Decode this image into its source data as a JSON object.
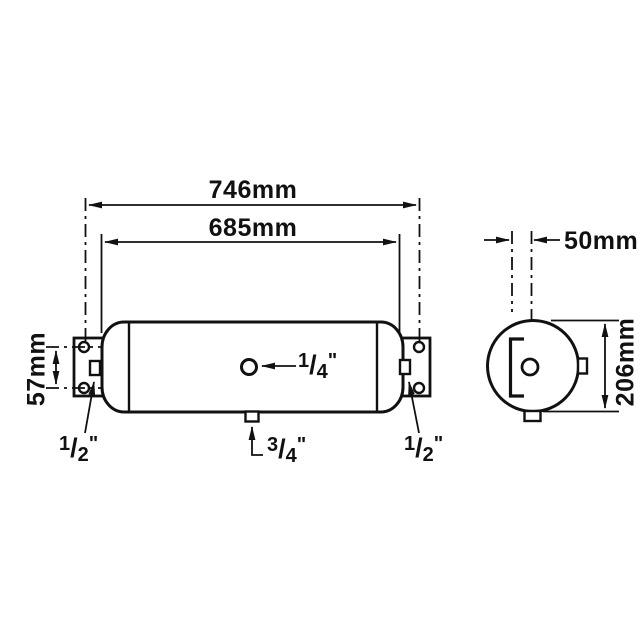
{
  "diagram": {
    "type": "technical-drawing",
    "subject": "Cylindrical air tank with mounting brackets - side view and end view",
    "dimensions": {
      "overall_length": "746mm",
      "body_length": "685mm",
      "bracket_hole_spacing": "57mm",
      "centre_offset": "50mm",
      "diameter": "206mm"
    },
    "ports": {
      "left_end": {
        "num": "1",
        "den": "2",
        "unit": "\""
      },
      "centre_top": {
        "num": "1",
        "den": "4",
        "unit": "\""
      },
      "bottom": {
        "num": "3",
        "den": "4",
        "unit": "\""
      },
      "right_end": {
        "num": "1",
        "den": "2",
        "unit": "\""
      }
    },
    "colors": {
      "line": "#111111",
      "background": "#ffffff"
    }
  }
}
